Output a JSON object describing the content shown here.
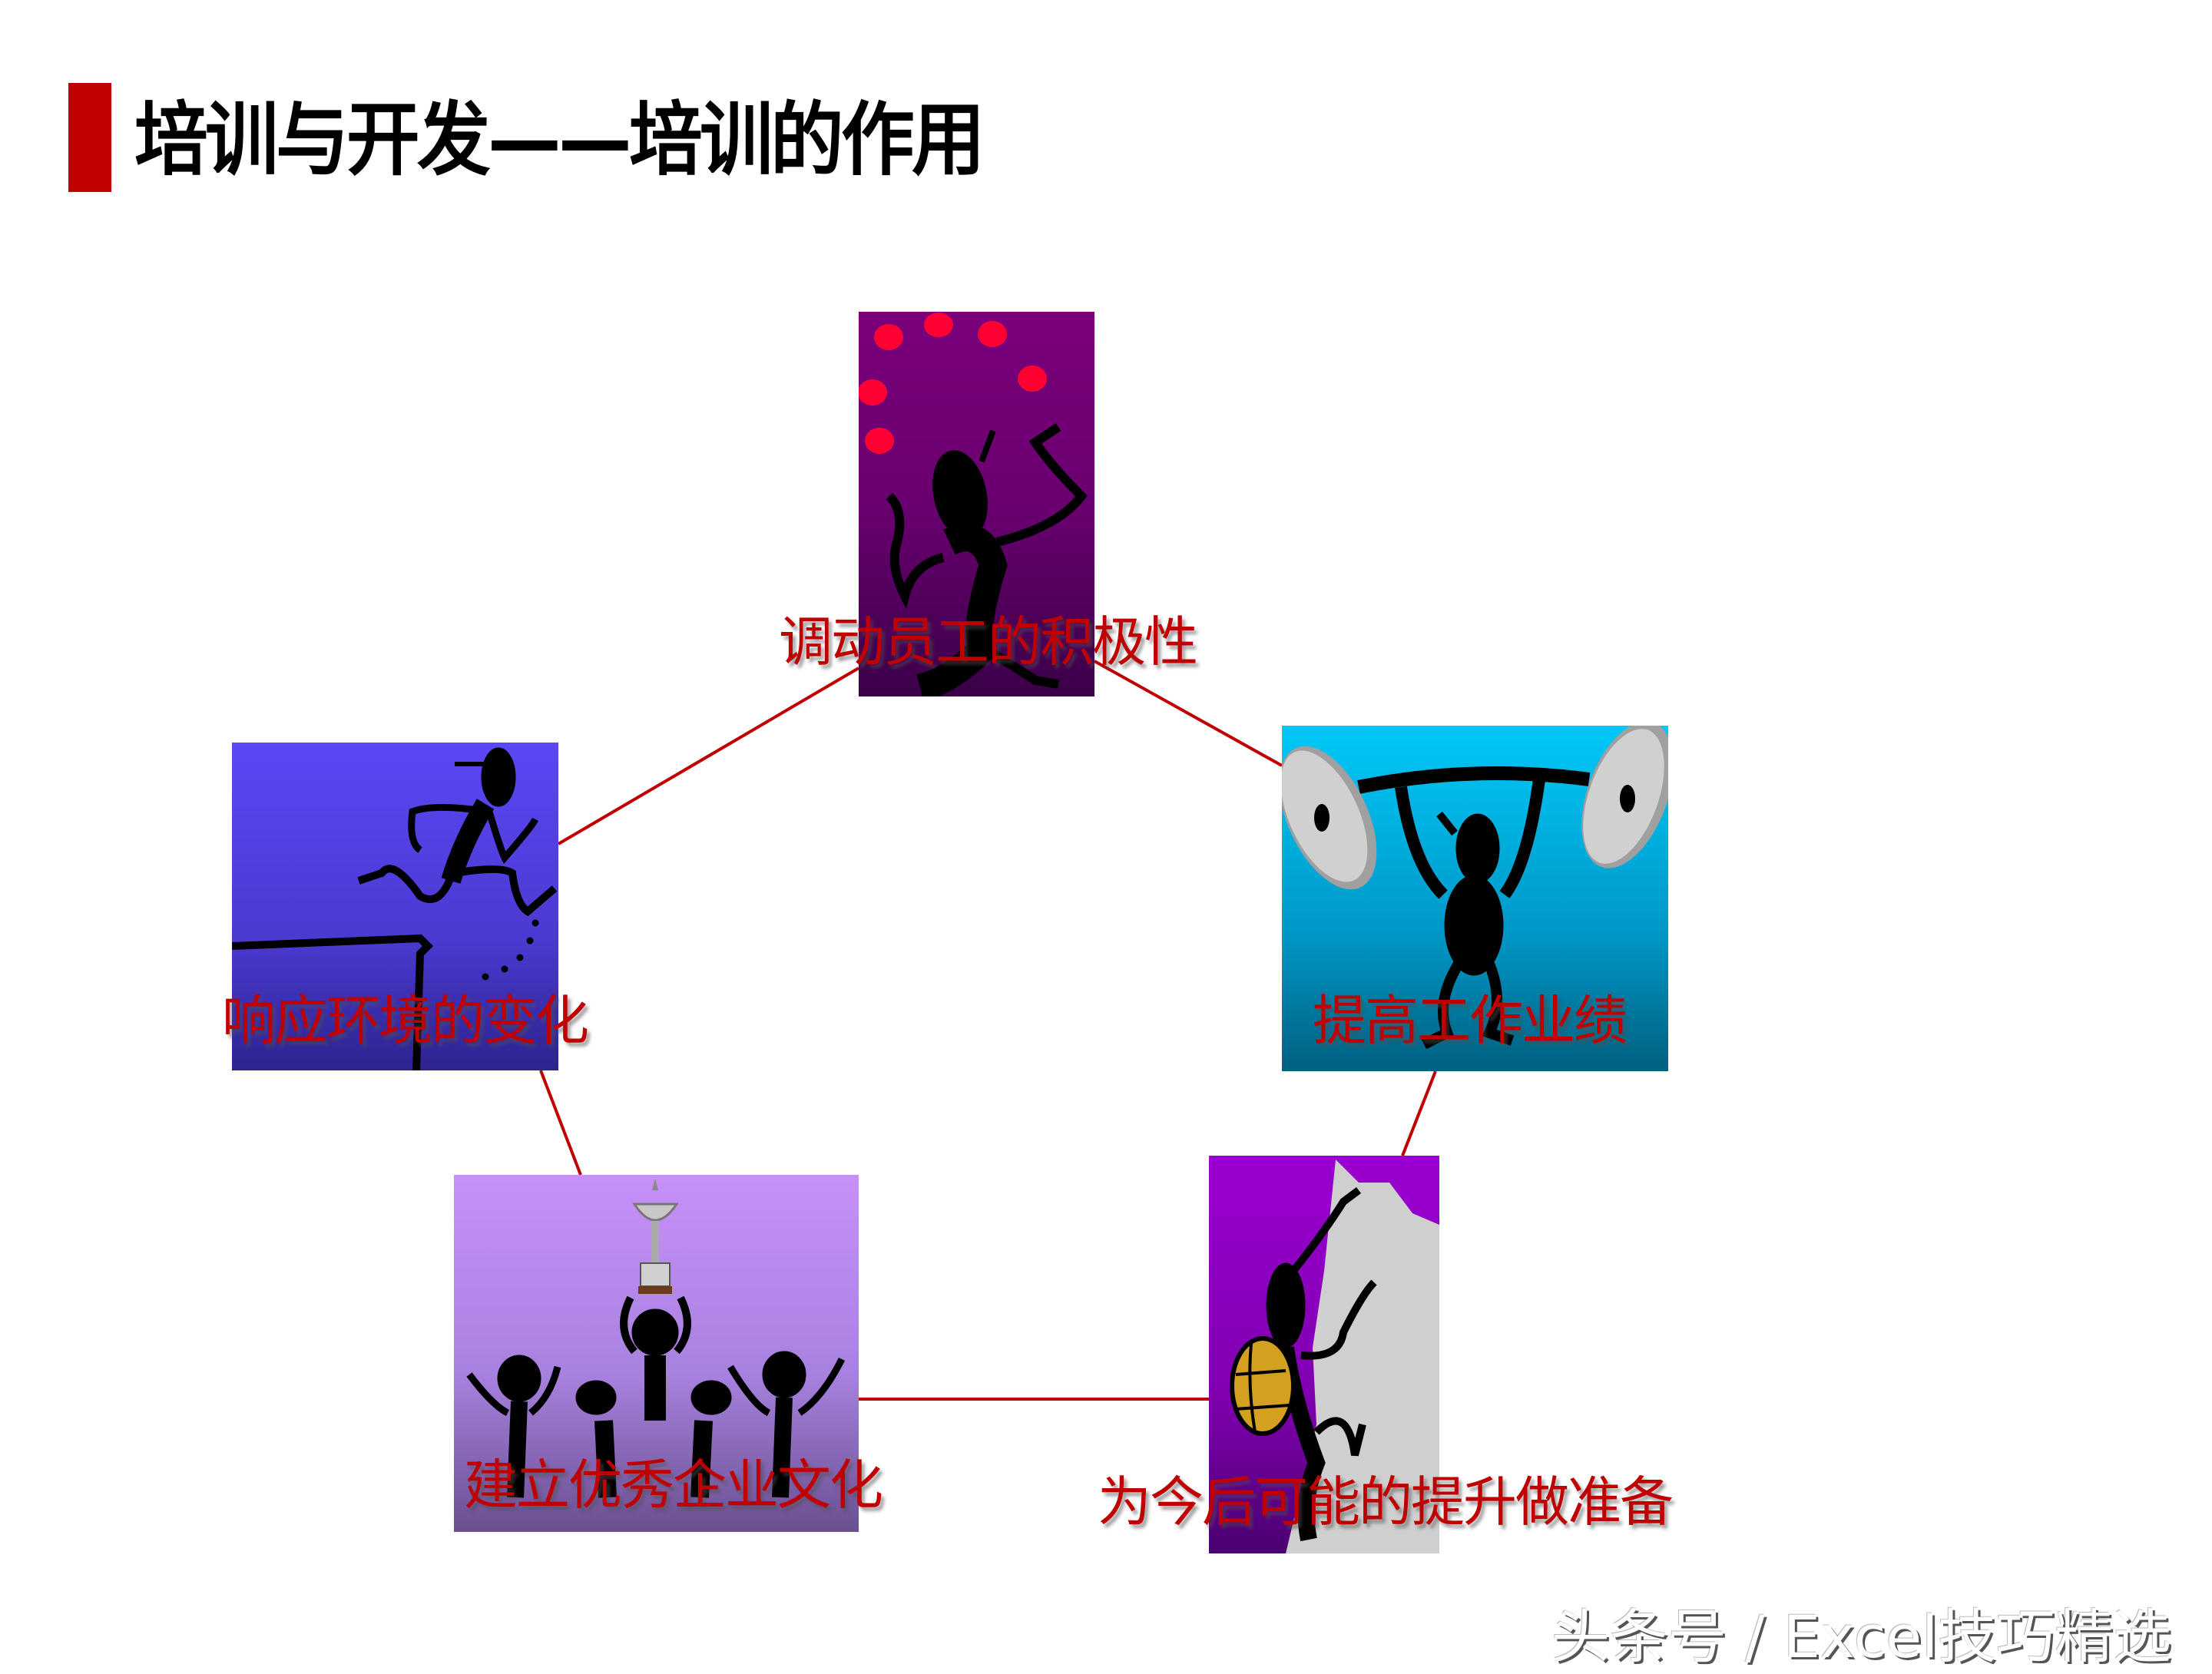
{
  "slide": {
    "title": "培训与开发——培训的作用",
    "accent_color": "#c00000",
    "connector_color": "#c00000"
  },
  "diagram": {
    "type": "pentagon-cycle",
    "nodes": [
      {
        "id": "top",
        "label": "调动员工的积极性",
        "image": "juggler-figure-icon",
        "bg": [
          "#7a007a",
          "#3a0048"
        ]
      },
      {
        "id": "right",
        "label": "提高工作业绩",
        "image": "weightlifter-figure-icon",
        "bg": [
          "#00c8f8",
          "#006080"
        ]
      },
      {
        "id": "bottom-right",
        "label": "为今后可能的提升做准备",
        "image": "climber-figure-icon",
        "bg": [
          "#9a00d0",
          "#4a0070"
        ]
      },
      {
        "id": "bottom-left",
        "label": "建立优秀企业文化",
        "image": "trophy-team-figure-icon",
        "bg": [
          "#c690f8",
          "#6a5090"
        ]
      },
      {
        "id": "left",
        "label": "响应环境的变化",
        "image": "hurdler-figure-icon",
        "bg": [
          "#5b47f5",
          "#2d2390"
        ]
      }
    ]
  },
  "watermark": {
    "text": "头条号 / Excel技巧精选"
  }
}
